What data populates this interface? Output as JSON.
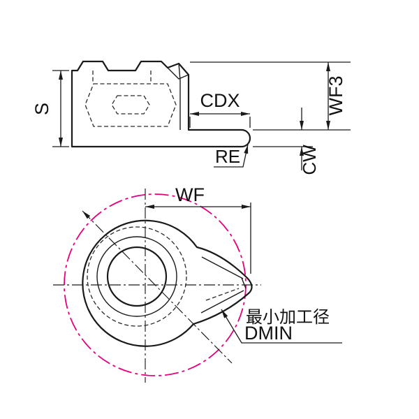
{
  "diagram": {
    "side_view": {
      "dims": {
        "s": "S",
        "cdx": "CDX",
        "wf3": "WF3",
        "re": "RE",
        "cw": "CW"
      }
    },
    "top_view": {
      "dims": {
        "wf": "WF"
      },
      "annotation": {
        "caption": "最小加工径",
        "dim": "DMIN"
      }
    },
    "colors": {
      "line": "#1a1a1a",
      "body_fill": "#d9d9d9",
      "facet_fill": "#c6c6c6",
      "hole_fill": "#ffffff",
      "accent": "#e6007e",
      "background": "#ffffff"
    }
  }
}
